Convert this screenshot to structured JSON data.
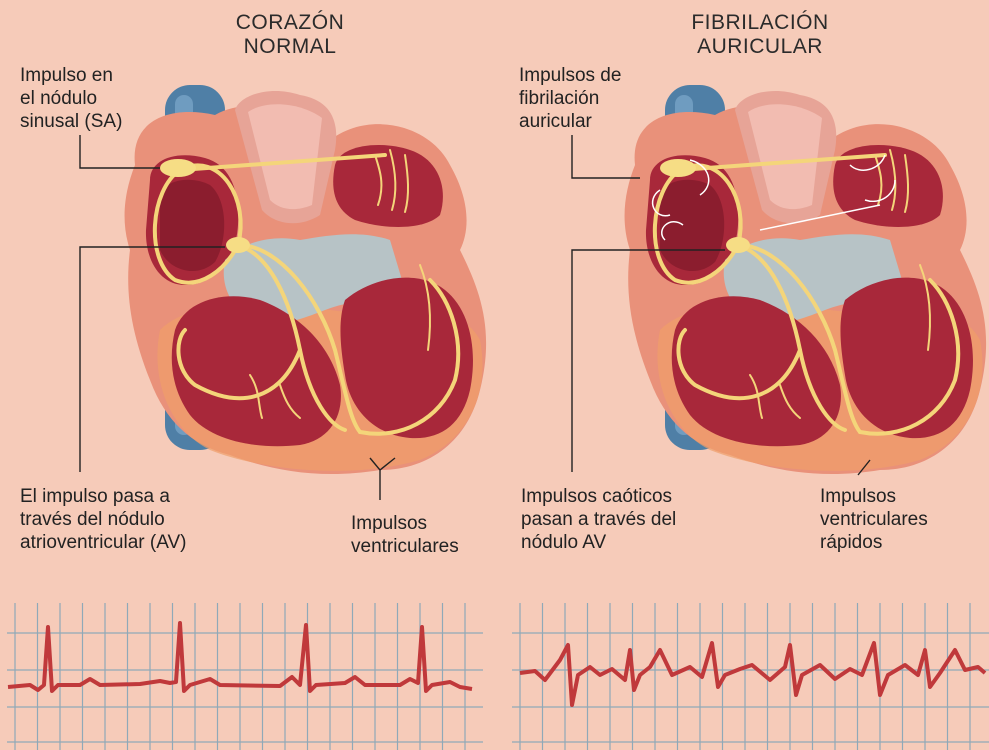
{
  "normal": {
    "title_line1": "CORAZÓN",
    "title_line2": "NORMAL",
    "label_sa": [
      "Impulso en",
      "el nódulo",
      "sinusal (SA)"
    ],
    "label_av": [
      "El impulso pasa  a",
      "través del nódulo",
      "atrioventricular (AV)"
    ],
    "label_vent": [
      "Impulsos",
      "ventriculares"
    ]
  },
  "fibrillation": {
    "title_line1": "FIBRILACIÓN",
    "title_line2": "AURICULAR",
    "label_atrial": [
      "Impulsos de",
      "fibrilación",
      "auricular"
    ],
    "label_av": [
      "Impulsos caóticos",
      "pasan a través del",
      "nódulo AV"
    ],
    "label_vent": [
      "Impulsos",
      "ventriculares",
      "rápidos"
    ]
  },
  "colors": {
    "background": "#f6cbb9",
    "ecg_line": "#c0393b",
    "ecg_grid": "#8fa9b8",
    "vein": "#4f7fa6",
    "heart_outer": "#e98a72",
    "heart_inner": "#a8283a",
    "conduction": "#f4d57a"
  }
}
